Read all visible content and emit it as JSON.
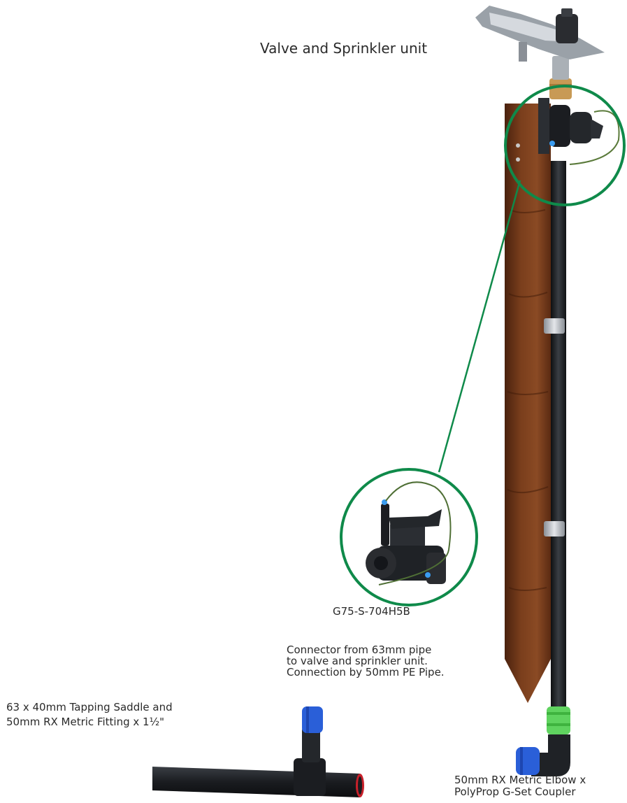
{
  "labels": {
    "title": "Valve and Sprinkler unit",
    "valve_model": "G75-S-704H5B",
    "connector_desc": [
      "Connector from 63mm pipe",
      "to valve and sprinkler unit.",
      "Connection by 50mm PE Pipe."
    ],
    "saddle_desc": [
      "63 x 40mm Tapping Saddle and",
      "50mm RX Metric Fitting x 1½\""
    ],
    "elbow_desc": [
      "50mm RX Metric Elbow x",
      "PolyProp G-Set Coupler"
    ]
  },
  "colors": {
    "callout_green": "#0f8a4a",
    "wood": "#6b3518",
    "pipe": "#1f2226",
    "fitting_blue": "#2a5fd8",
    "coupler_green": "#5fd35f",
    "brass": "#c89a55"
  }
}
